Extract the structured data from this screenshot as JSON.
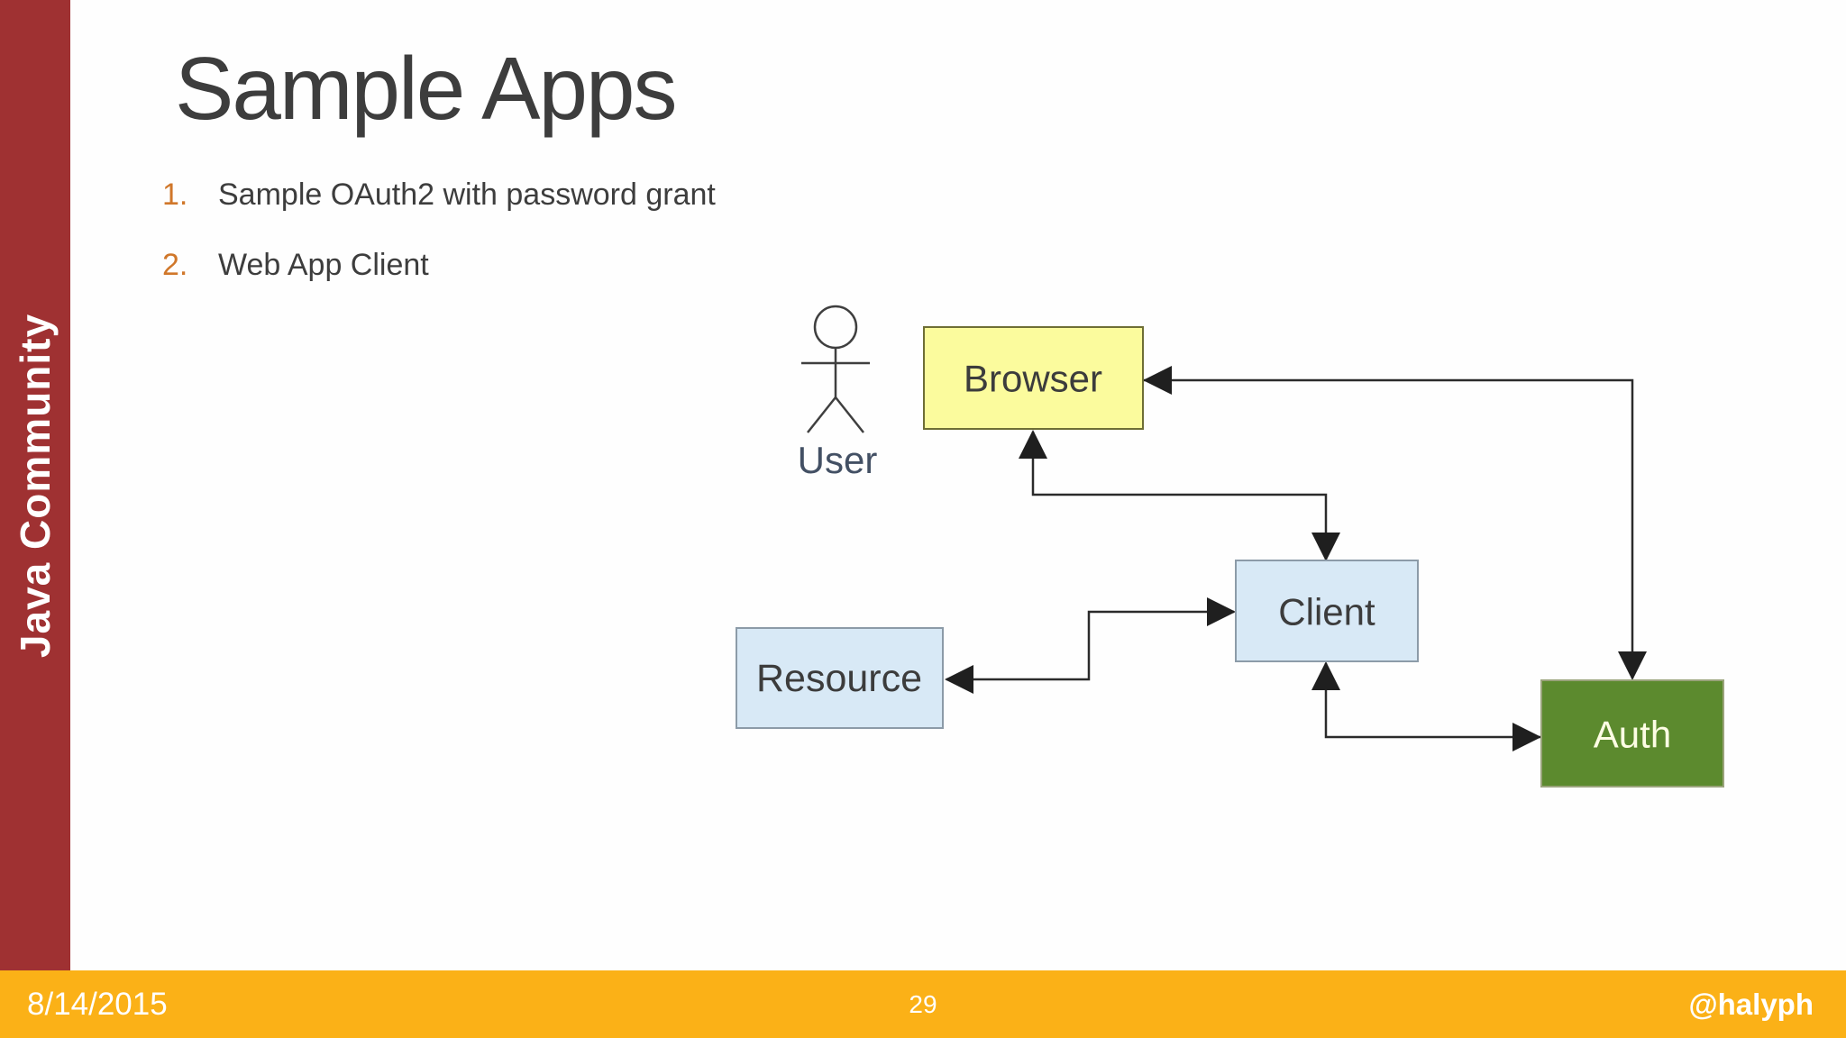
{
  "slide": {
    "sidebar": {
      "label": "Java Community",
      "bg_color": "#9F3132",
      "text_color": "#FFFFFF"
    },
    "title": "Sample Apps",
    "list": {
      "number_color": "#D0772A",
      "items": [
        {
          "number": "1.",
          "text": "Sample OAuth2 with password grant"
        },
        {
          "number": "2.",
          "text": "Web App Client"
        }
      ]
    },
    "footer": {
      "date": "8/14/2015",
      "page_number": "29",
      "handle": "@halyph",
      "bg_color": "#FBB117",
      "text_color": "#FFFFFF"
    }
  },
  "diagram": {
    "actor": {
      "label": "User"
    },
    "nodes": [
      {
        "id": "browser",
        "label": "Browser",
        "fill": "#FBFB9D",
        "stroke": "#6E6E35",
        "text_color": "#3C3C3C"
      },
      {
        "id": "client",
        "label": "Client",
        "fill": "#D8E9F6",
        "stroke": "#8C9BA8",
        "text_color": "#3C3C3C"
      },
      {
        "id": "resource",
        "label": "Resource",
        "fill": "#D8E9F6",
        "stroke": "#8C9BA8",
        "text_color": "#3C3C3C"
      },
      {
        "id": "auth",
        "label": "Auth",
        "fill": "#5C8A2E",
        "stroke": "#9AA37B",
        "text_color": "#FDFDE4"
      }
    ],
    "edges": [
      {
        "from": "auth",
        "to": "browser",
        "arrows": "both"
      },
      {
        "from": "browser",
        "to": "client",
        "arrows": "both"
      },
      {
        "from": "client",
        "to": "auth",
        "arrows": "both"
      },
      {
        "from": "client",
        "to": "resource",
        "arrows": "both"
      }
    ],
    "line_color": "#2B2B2B"
  }
}
